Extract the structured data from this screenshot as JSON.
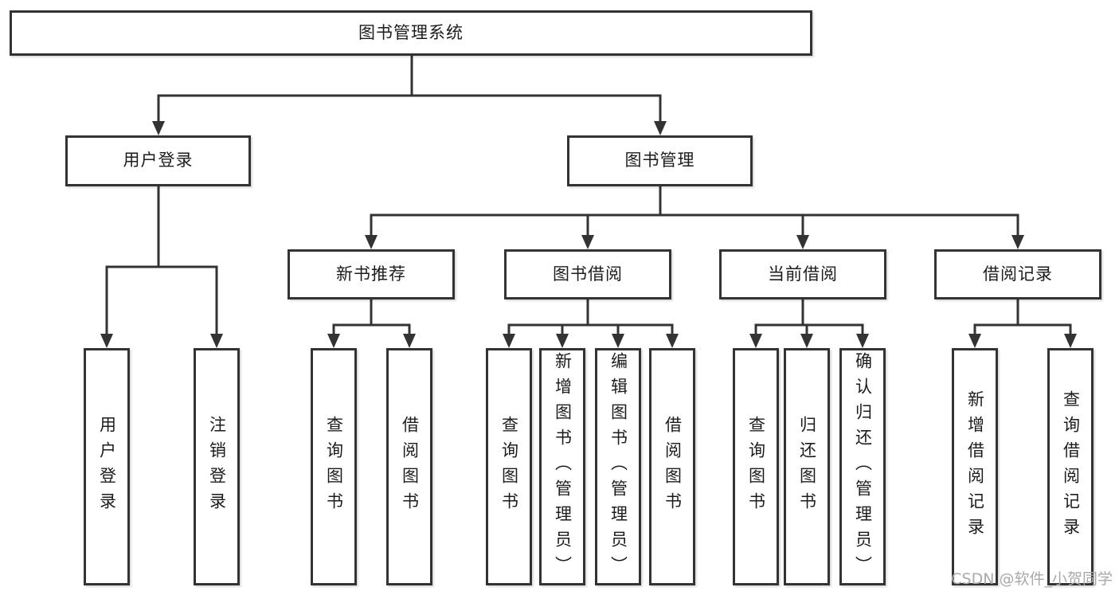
{
  "tree": {
    "root": {
      "label": "图书管理系统"
    },
    "branches": [
      {
        "label": "用户登录",
        "children": [
          {
            "label": "用户登录"
          },
          {
            "label": "注销登录"
          }
        ]
      },
      {
        "label": "图书管理",
        "children": [
          {
            "label": "新书推荐",
            "children": [
              {
                "label": "查询图书"
              },
              {
                "label": "借阅图书"
              }
            ]
          },
          {
            "label": "图书借阅",
            "children": [
              {
                "label": "查询图书"
              },
              {
                "label": "新增图书（管理员）"
              },
              {
                "label": "编辑图书（管理员）"
              },
              {
                "label": "借阅图书"
              }
            ]
          },
          {
            "label": "当前借阅",
            "children": [
              {
                "label": "查询图书"
              },
              {
                "label": "归还图书"
              },
              {
                "label": "确认归还（管理员）"
              }
            ]
          },
          {
            "label": "借阅记录",
            "children": [
              {
                "label": "新增借阅记录"
              },
              {
                "label": "查询借阅记录"
              }
            ]
          }
        ]
      }
    ]
  },
  "watermark": "CSDN @软件_小贺同学",
  "colors": {
    "line": "#333333",
    "box_border": "#333333",
    "text": "#1c1c1c",
    "background": "#ffffff",
    "watermark": "#a9a9a9"
  }
}
